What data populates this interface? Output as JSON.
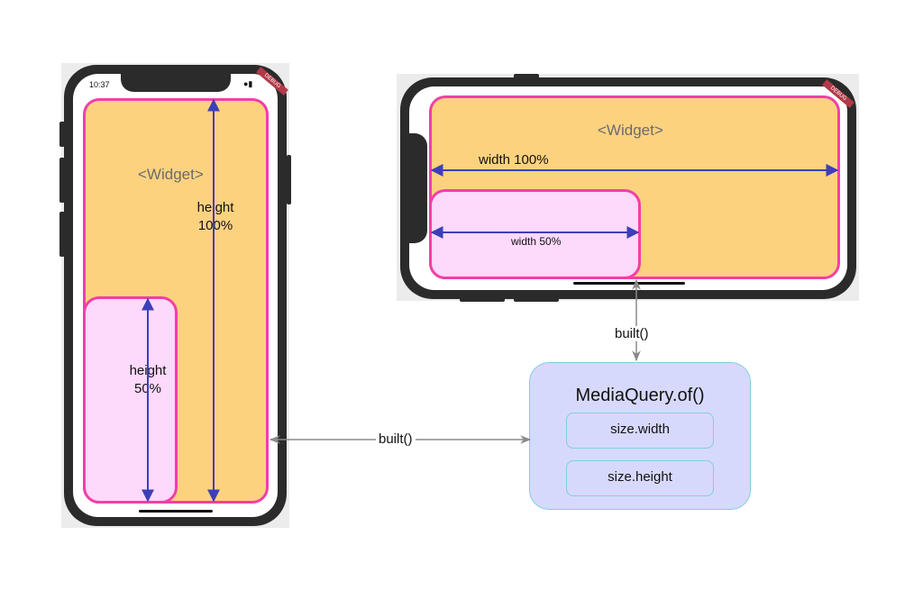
{
  "portrait_phone": {
    "status_time": "10:37",
    "debug_banner": "DEBUG",
    "widget_label": "<Widget>",
    "height_full_label_line1": "height",
    "height_full_label_line2": "100%",
    "height_half_label_line1": "height",
    "height_half_label_line2": "50%"
  },
  "landscape_phone": {
    "debug_banner": "DEBUG",
    "widget_label": "<Widget>",
    "width_full_label": "width 100%",
    "width_half_label": "width 50%"
  },
  "connectors": {
    "horizontal_label": "built()",
    "vertical_label": "built()"
  },
  "mediaquery": {
    "title": "MediaQuery.of()",
    "fields": [
      "size.width",
      "size.height"
    ]
  },
  "colors": {
    "widget_fill": "#fdd27f",
    "widget_border": "#f23fa6",
    "sub_fill": "#fdd9fb",
    "arrow": "#3d3fb8",
    "mediaquery_fill": "#d7d9fc",
    "mediaquery_border": "#7fcfdc"
  }
}
